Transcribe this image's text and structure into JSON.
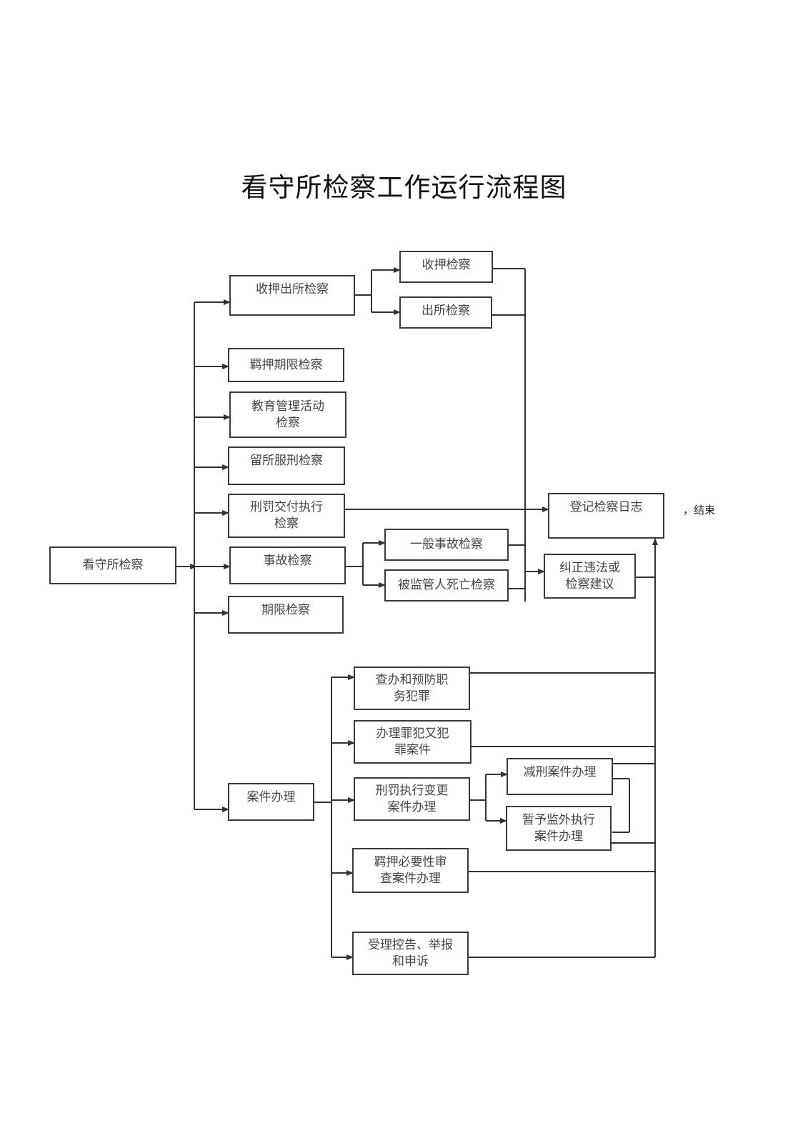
{
  "title": "看守所检察工作运行流程图",
  "nodes": {
    "root": "看守所检察",
    "receive_release": "收押出所检察",
    "receive": "收押检察",
    "release": "出所检察",
    "detention_term": "羁押期限检察",
    "education": "教育管理活动\n检察",
    "serve_sentence": "留所服刑检察",
    "delivery": "刑罚交付执行\n检察",
    "accident": "事故检察",
    "general_accident": "一般事故检察",
    "death": "被监管人死亡检察",
    "term": "期限检察",
    "case": "案件办理",
    "duty_crime": "查办和预防职\n务犯罪",
    "recidivism": "办理罪犯又犯\n罪案件",
    "sentence_change": "刑罚执行变更\n案件办理",
    "commutation": "减刑案件办理",
    "outside_exec": "暂予监外执行\n案件办理",
    "necessity_review": "羁押必要性审\n查案件办理",
    "complaint": "受理控告、举报\n和申诉",
    "log": "登记检察日志",
    "correction": "纠正违法或\n检察建议"
  },
  "end_label": "，结束"
}
